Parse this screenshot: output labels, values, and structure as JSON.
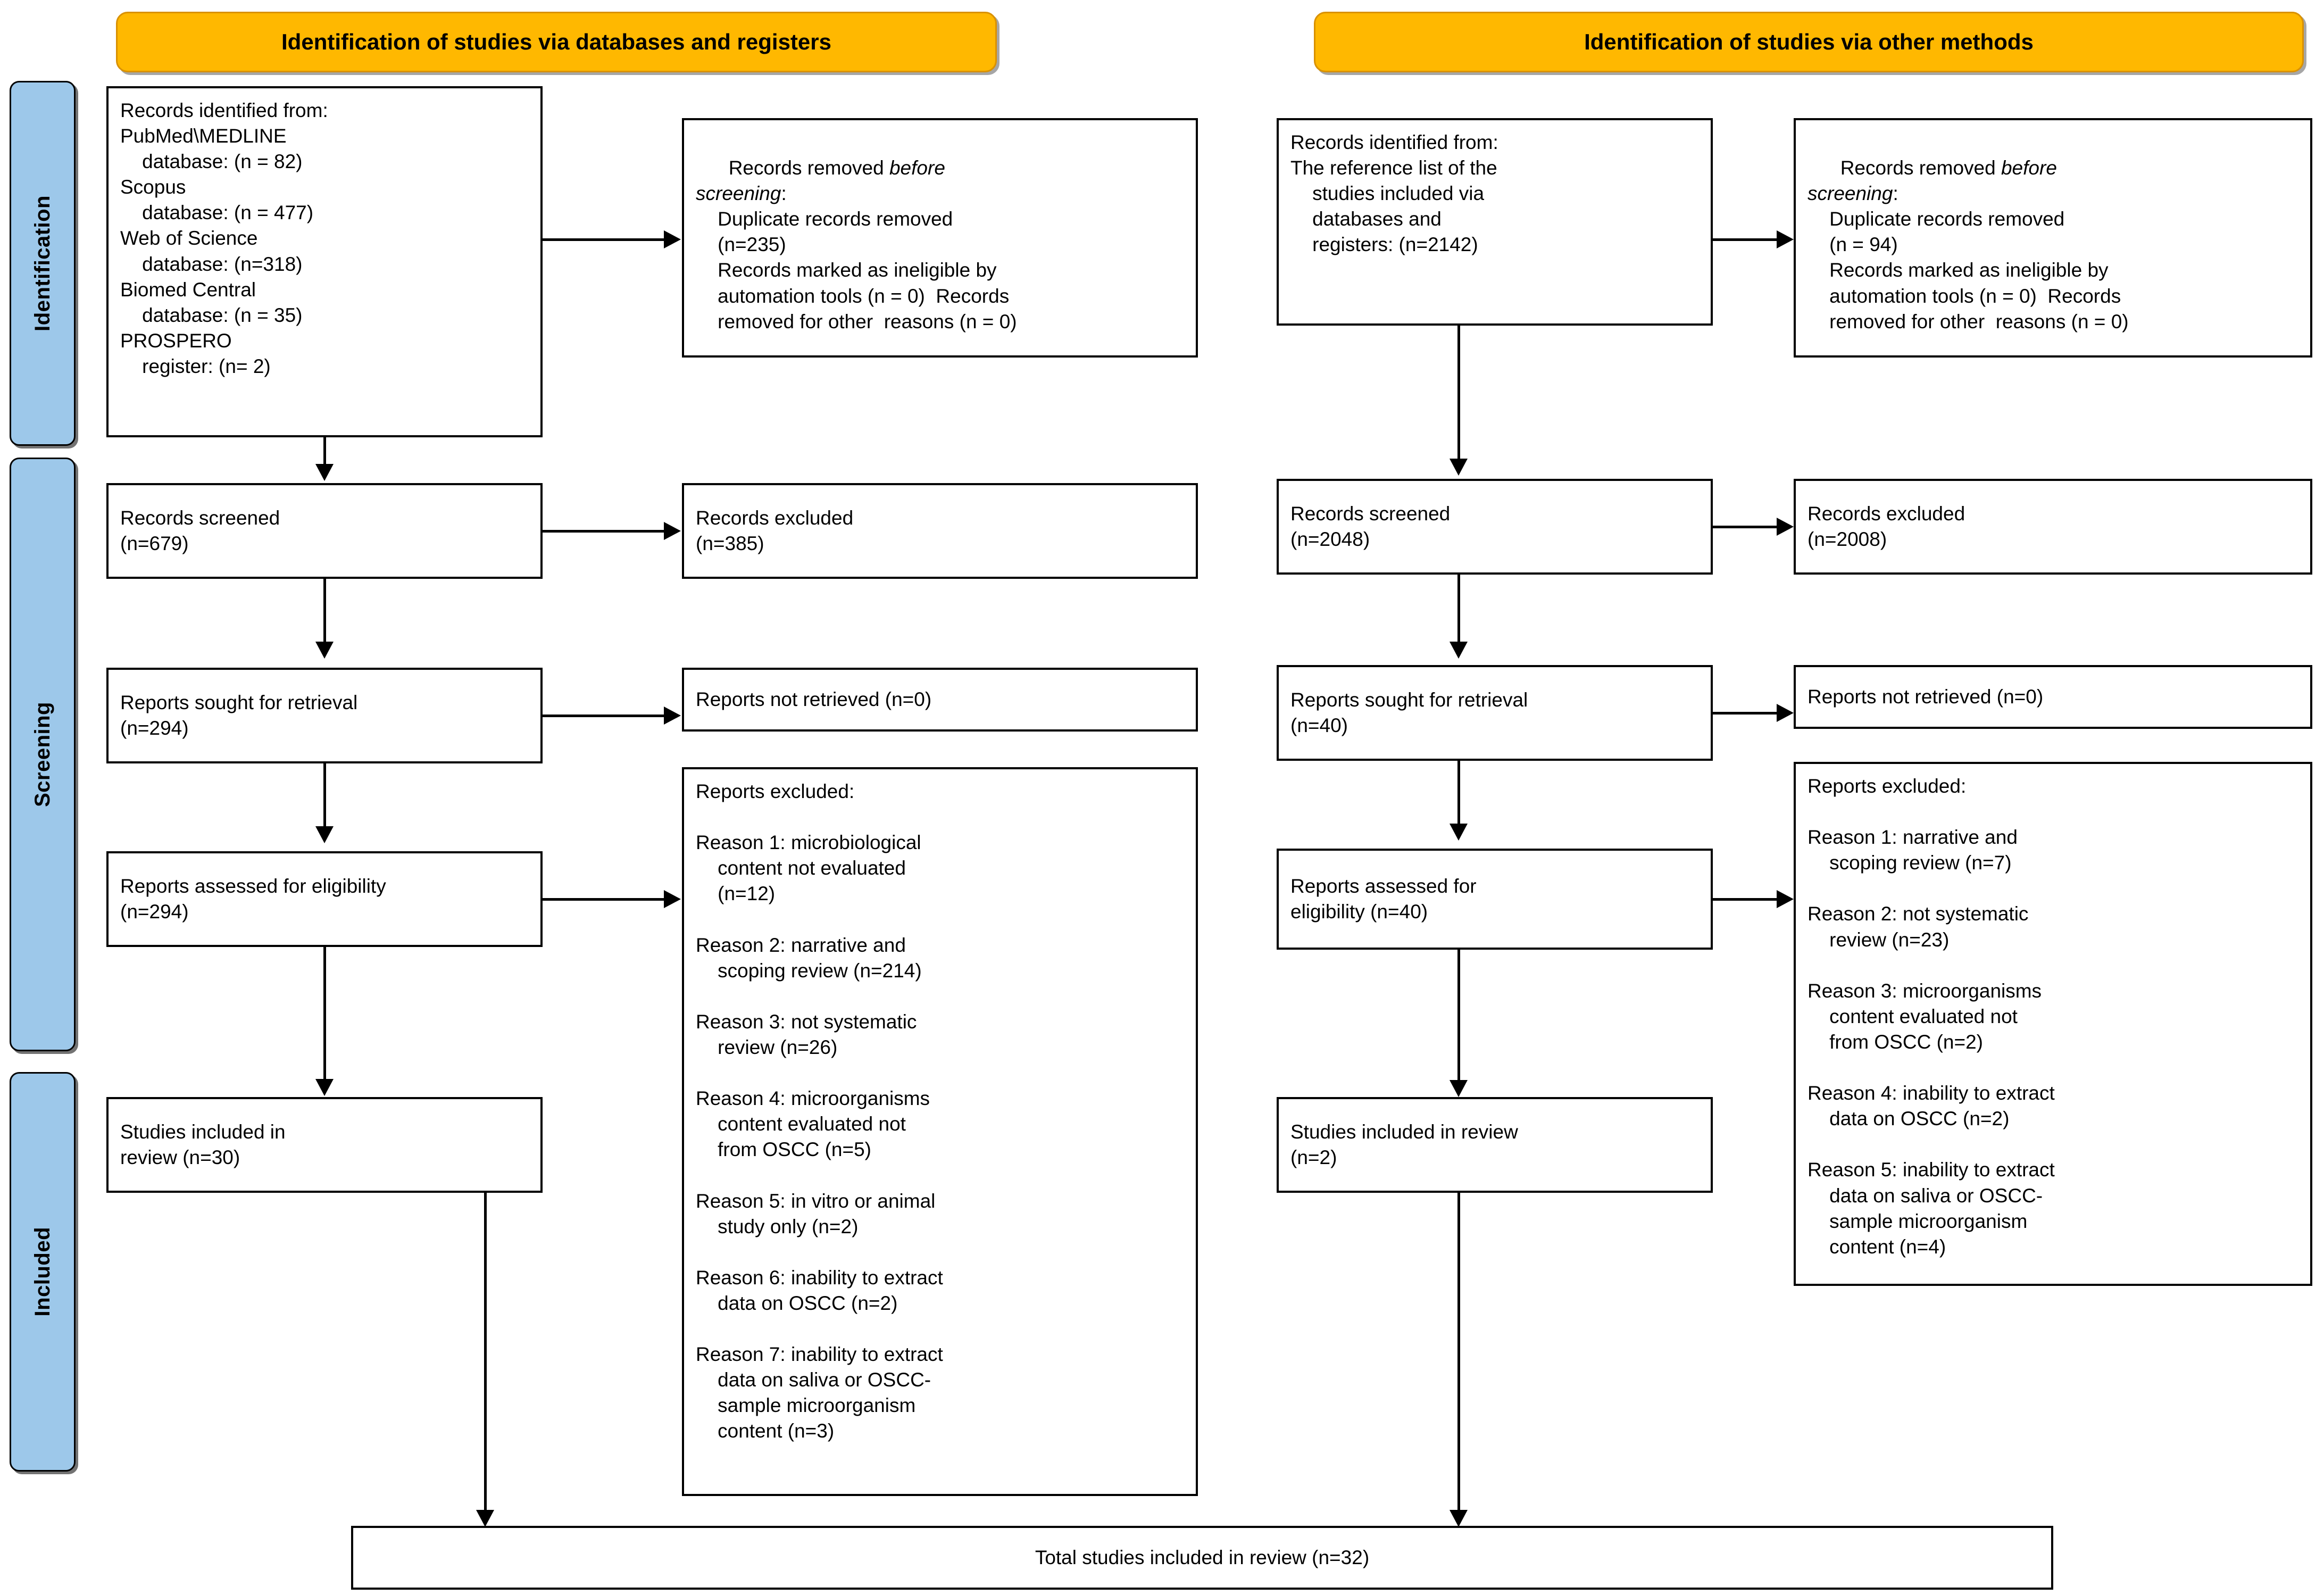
{
  "colors": {
    "header_fill": "#FFB800",
    "header_border": "#D99100",
    "phase_fill": "#9DC8EA",
    "box_border": "#000000",
    "page_background": "#FFFFFF"
  },
  "phases": [
    {
      "label": "Identification"
    },
    {
      "label": "Screening"
    },
    {
      "label": "Included"
    }
  ],
  "headers": {
    "left": "Identification of studies via databases and registers",
    "right": "Identification of studies via other methods"
  },
  "left_column": {
    "records_identified": "Records identified from:\nPubMed\\MEDLINE\n    database: (n = 82)\nScopus\n    database: (n = 477)\nWeb of Science\n    database: (n=318)\nBiomed Central\n    database: (n = 35)\nPROSPERO\n    register: (n= 2)",
    "records_removed_line1": "Records removed ",
    "records_removed_italic1": "before",
    "records_removed_italic2": "screening",
    "records_removed_rest": ":\n    Duplicate records removed\n    (n=235)\n    Records marked as ineligible by\n    automation tools (n = 0)  Records\n    removed for other  reasons (n = 0)",
    "records_screened": "Records screened\n(n=679)",
    "records_excluded": "Records excluded\n(n=385)",
    "reports_sought": "Reports sought for retrieval\n(n=294)",
    "reports_not_retrieved": "Reports not retrieved (n=0)",
    "reports_assessed": "Reports assessed for eligibility\n(n=294)",
    "reports_excluded": "Reports excluded:\n\nReason 1: microbiological\n    content not evaluated\n    (n=12)\n\nReason 2: narrative and\n    scoping review (n=214)\n\nReason 3: not systematic\n    review (n=26)\n\nReason 4: microorganisms\n    content evaluated not\n    from OSCC (n=5)\n\nReason 5: in vitro or animal\n    study only (n=2)\n\nReason 6: inability to extract\n    data on OSCC (n=2)\n\nReason 7: inability to extract\n    data on saliva or OSCC-\n    sample microorganism\n    content (n=3)",
    "studies_included": "Studies included in\nreview (n=30)"
  },
  "right_column": {
    "records_identified": "Records identified from:\nThe reference list of the\n    studies included via\n    databases and\n    registers: (n=2142)",
    "records_removed_line1": "Records removed ",
    "records_removed_italic1": "before",
    "records_removed_italic2": "screening",
    "records_removed_rest": ":\n    Duplicate records removed\n    (n = 94)\n    Records marked as ineligible by\n    automation tools (n = 0)  Records\n    removed for other  reasons (n = 0)",
    "records_screened": "Records screened\n(n=2048)",
    "records_excluded": "Records excluded\n(n=2008)",
    "reports_sought": "Reports sought for retrieval\n(n=40)",
    "reports_not_retrieved": "Reports not retrieved (n=0)",
    "reports_assessed": "Reports assessed for\neligibility (n=40)",
    "reports_excluded": "Reports excluded:\n\nReason 1: narrative and\n    scoping review (n=7)\n\nReason 2: not systematic\n    review (n=23)\n\nReason 3: microorganisms\n    content evaluated not\n    from OSCC (n=2)\n\nReason 4: inability to extract\n    data on OSCC (n=2)\n\nReason 5: inability to extract\n    data on saliva or OSCC-\n    sample microorganism\n    content (n=4)",
    "studies_included": "Studies included in review\n(n=2)"
  },
  "total": {
    "label": "Total studies included in review (n=32)"
  },
  "chart_data": {
    "type": "diagram",
    "title": "PRISMA 2020 flow diagram",
    "nodes": [
      {
        "id": "db-identified",
        "column": "databases",
        "stage": "identification",
        "label": "Records identified from databases and registers",
        "counts": {
          "PubMed\\MEDLINE": 82,
          "Scopus": 477,
          "Web of Science": 318,
          "Biomed Central": 35,
          "PROSPERO register": 2
        }
      },
      {
        "id": "db-removed",
        "column": "databases",
        "stage": "identification",
        "label": "Records removed before screening",
        "counts": {
          "duplicates": 235,
          "ineligible by automation tools": 0,
          "other reasons": 0
        }
      },
      {
        "id": "db-screened",
        "column": "databases",
        "stage": "screening",
        "label": "Records screened",
        "n": 679
      },
      {
        "id": "db-records-excluded",
        "column": "databases",
        "stage": "screening",
        "label": "Records excluded",
        "n": 385
      },
      {
        "id": "db-sought",
        "column": "databases",
        "stage": "screening",
        "label": "Reports sought for retrieval",
        "n": 294
      },
      {
        "id": "db-not-retrieved",
        "column": "databases",
        "stage": "screening",
        "label": "Reports not retrieved",
        "n": 0
      },
      {
        "id": "db-assessed",
        "column": "databases",
        "stage": "screening",
        "label": "Reports assessed for eligibility",
        "n": 294
      },
      {
        "id": "db-reports-excluded",
        "column": "databases",
        "stage": "screening",
        "label": "Reports excluded",
        "reasons": [
          {
            "reason": "microbiological content not evaluated",
            "n": 12
          },
          {
            "reason": "narrative and scoping review",
            "n": 214
          },
          {
            "reason": "not systematic review",
            "n": 26
          },
          {
            "reason": "microorganisms content evaluated not from OSCC",
            "n": 5
          },
          {
            "reason": "in vitro or animal study only",
            "n": 2
          },
          {
            "reason": "inability to extract data on OSCC",
            "n": 2
          },
          {
            "reason": "inability to extract data on saliva or OSCC-sample microorganism content",
            "n": 3
          }
        ]
      },
      {
        "id": "db-included",
        "column": "databases",
        "stage": "included",
        "label": "Studies included in review",
        "n": 30
      },
      {
        "id": "other-identified",
        "column": "other",
        "stage": "identification",
        "label": "Records identified from the reference list of the studies included via databases and registers",
        "n": 2142
      },
      {
        "id": "other-removed",
        "column": "other",
        "stage": "identification",
        "label": "Records removed before screening",
        "counts": {
          "duplicates": 94,
          "ineligible by automation tools": 0,
          "other reasons": 0
        }
      },
      {
        "id": "other-screened",
        "column": "other",
        "stage": "screening",
        "label": "Records screened",
        "n": 2048
      },
      {
        "id": "other-records-excluded",
        "column": "other",
        "stage": "screening",
        "label": "Records excluded",
        "n": 2008
      },
      {
        "id": "other-sought",
        "column": "other",
        "stage": "screening",
        "label": "Reports sought for retrieval",
        "n": 40
      },
      {
        "id": "other-not-retrieved",
        "column": "other",
        "stage": "screening",
        "label": "Reports not retrieved",
        "n": 0
      },
      {
        "id": "other-assessed",
        "column": "other",
        "stage": "screening",
        "label": "Reports assessed for eligibility",
        "n": 40
      },
      {
        "id": "other-reports-excluded",
        "column": "other",
        "stage": "screening",
        "label": "Reports excluded",
        "reasons": [
          {
            "reason": "narrative and scoping review",
            "n": 7
          },
          {
            "reason": "not systematic review",
            "n": 23
          },
          {
            "reason": "microorganisms content evaluated not from OSCC",
            "n": 2
          },
          {
            "reason": "inability to extract data on OSCC",
            "n": 2
          },
          {
            "reason": "inability to extract data on saliva or OSCC-sample microorganism content",
            "n": 4
          }
        ]
      },
      {
        "id": "other-included",
        "column": "other",
        "stage": "included",
        "label": "Studies included in review",
        "n": 2
      },
      {
        "id": "total-included",
        "column": "both",
        "stage": "included",
        "label": "Total studies included in review",
        "n": 32
      }
    ]
  }
}
